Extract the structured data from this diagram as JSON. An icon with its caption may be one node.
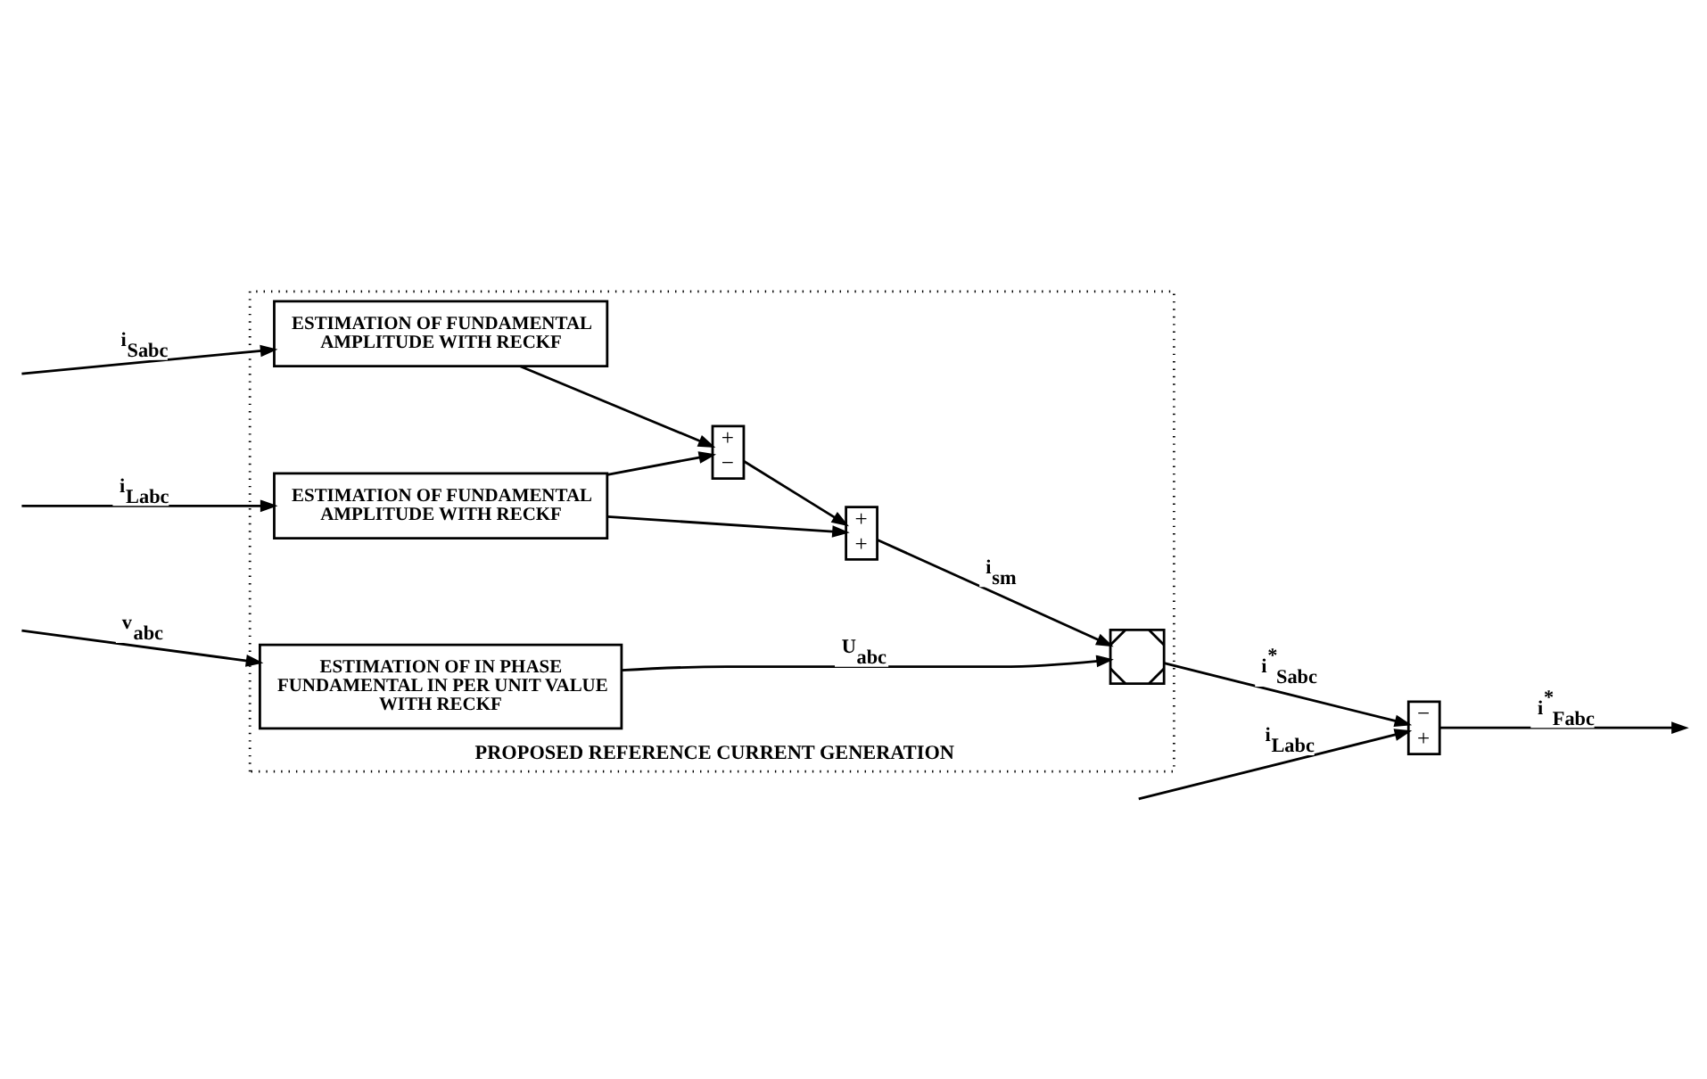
{
  "diagram": {
    "nodes": [
      {
        "text": [
          "PROPOSED REFERENCE CURRENT GENERATION"
        ]
      },
      {
        "text": [
          "ESTIMATION OF FUNDAMENTAL AMPLITUDE WITH RECKF"
        ],
        "in": 0
      },
      {
        "text": [
          "ESTIMATION OF FUNDAMENTAL AMPLITUDE WITH RECKF"
        ],
        "in": 0
      },
      {
        "text": [
          "ESTIMATION OF IN PHASE FUNDAMENTAL IN PER UNIT VALUE WITH RECKF"
        ],
        "in": 0
      },
      {
        "text": [
          "+",
          "−"
        ],
        "in": 0
      },
      {
        "text": [
          "+",
          "+"
        ],
        "in": 0
      },
      {
        "text": [],
        "shape": "box",
        "in": 0
      },
      {
        "text": [
          "−",
          "+"
        ]
      }
    ],
    "edges": [
      {
        "from": null,
        "to": 1,
        "arrow": "to",
        "label": "i$_{Sabc}$"
      },
      {
        "from": null,
        "to": 2,
        "arrow": "to",
        "label": "i$_{Labc}$"
      },
      {
        "from": null,
        "to": 3,
        "arrow": "to",
        "label": "v$_{abc}$"
      },
      {
        "from": 1,
        "to": 4,
        "arrow": "to"
      },
      {
        "from": 2,
        "to": 4,
        "arrow": "to"
      },
      {
        "from": 4,
        "to": 5,
        "arrow": "to"
      },
      {
        "from": 2,
        "to": 5,
        "arrow": "to"
      },
      {
        "from": 5,
        "to": 6,
        "arrow": "to",
        "label": "i$_{sm}$"
      },
      {
        "from": 3,
        "to": 6,
        "arrow": "to",
        "label": "U$_{abc}$"
      },
      {
        "from": 6,
        "to": 7,
        "arrow": "to",
        "label": "i$^{*}$$_{Sabc}$"
      },
      {
        "from": null,
        "to": 7,
        "arrow": "to",
        "label": "i$_{Labc}$"
      },
      {
        "from": 7,
        "to": null,
        "arrow": "to",
        "label": "i$^{*}$$_{Fabc}$"
      }
    ]
  }
}
